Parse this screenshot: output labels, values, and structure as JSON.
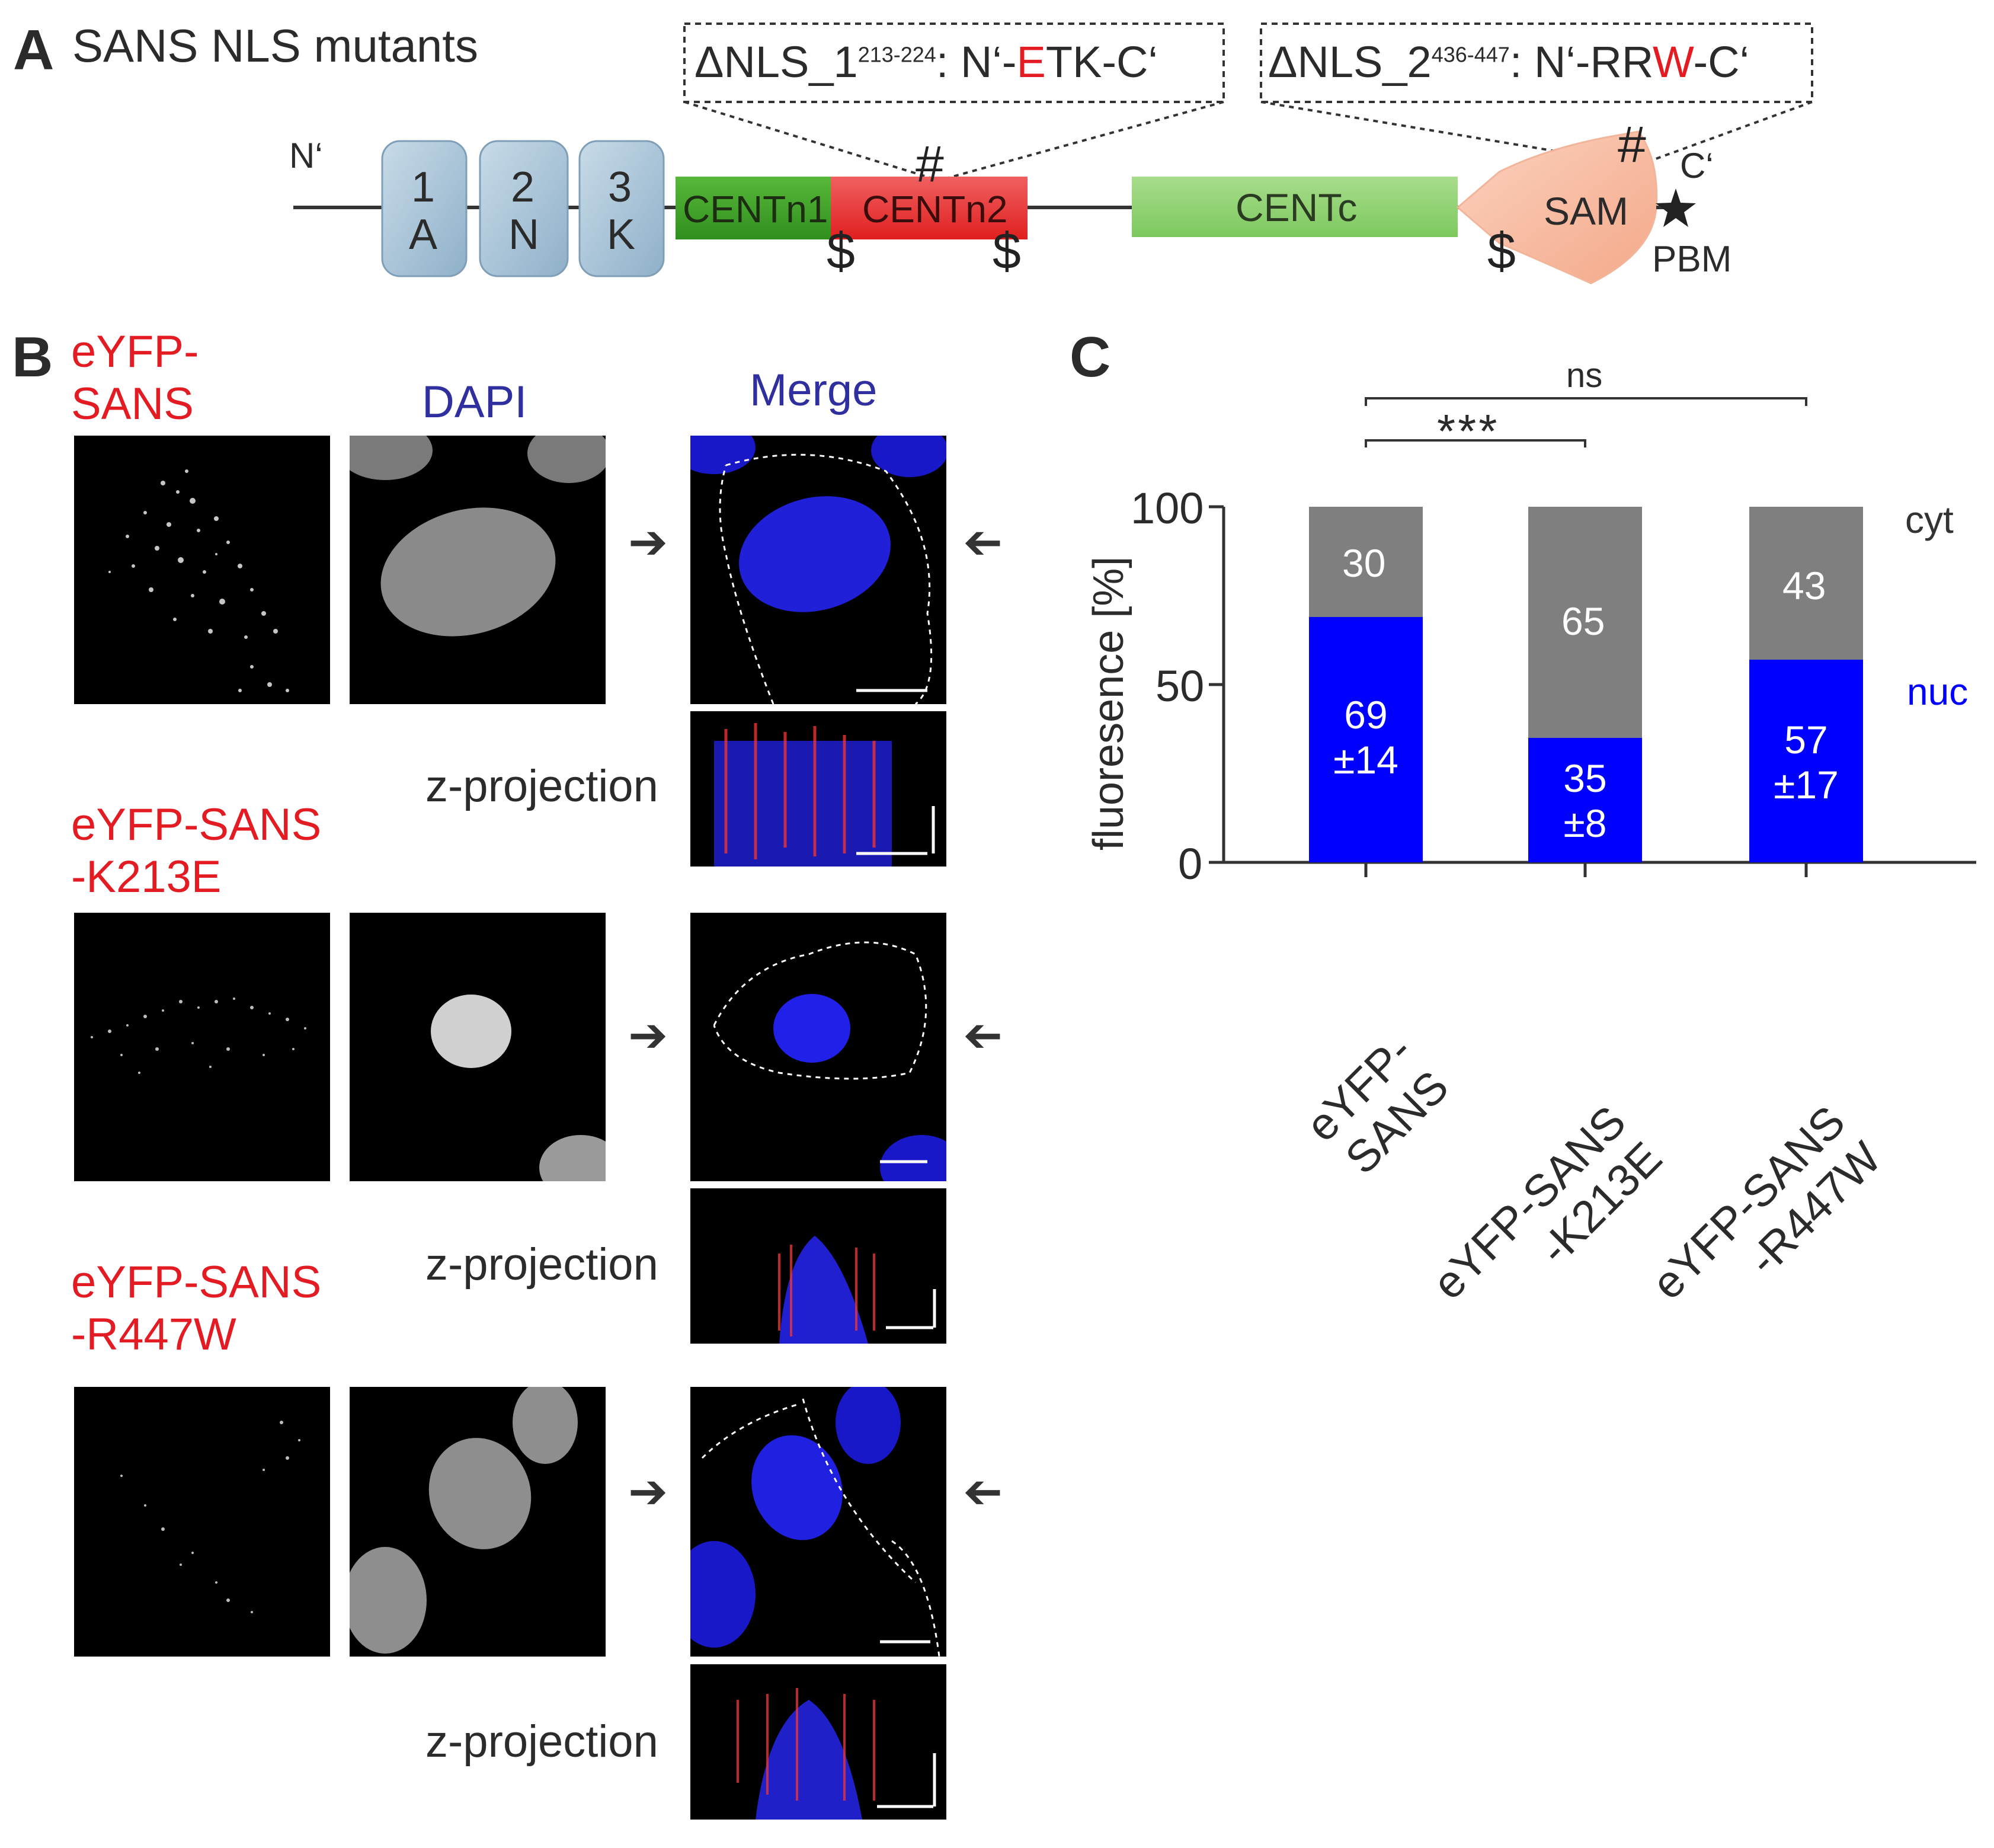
{
  "panelA": {
    "letter": "A",
    "title": "SANS NLS mutants",
    "nls1": {
      "prefix": "ΔNLS_1",
      "sup": "213-224",
      "seq_a": ": N‘-",
      "mut": "E",
      "seq_b": "TK-C‘"
    },
    "nls2": {
      "prefix": "ΔNLS_2",
      "sup": "436-447",
      "seq_a": ": N‘-RR",
      "mut": "W",
      "seq_b": "-C‘"
    },
    "n_term": "N‘",
    "c_term": "C‘",
    "ank": [
      {
        "num": "1",
        "letter": "A"
      },
      {
        "num": "2",
        "letter": "N"
      },
      {
        "num": "3",
        "letter": "K"
      }
    ],
    "domains": {
      "centn1": "CENTn1",
      "centn2": "CENTn2",
      "centc": "CENTc",
      "sam": "SAM",
      "pbm": "PBM"
    },
    "hash": "#",
    "dollar": "$"
  },
  "panelB": {
    "letter": "B",
    "col_heads": {
      "eyfp_line1": "eYFP-",
      "eyfp_line2": "SANS",
      "dapi": "DAPI",
      "merge": "Merge"
    },
    "row2_label": {
      "line1": "eYFP-SANS",
      "line2": "-K213E"
    },
    "row3_label": {
      "line1": "eYFP-SANS",
      "line2": "-R447W"
    },
    "zproj": "z-projection"
  },
  "panelC": {
    "letter": "C",
    "chart_data": {
      "type": "bar",
      "stacked": true,
      "categories": [
        "eYFP-SANS",
        "eYFP-SANS-K213E",
        "eYFP-SANS-R447W"
      ],
      "category_lines": [
        [
          "eYFP-",
          "SANS"
        ],
        [
          "eYFP-SANS",
          "-K213E"
        ],
        [
          "eYFP-SANS",
          "-R447W"
        ]
      ],
      "series": [
        {
          "name": "nuc",
          "values": [
            69,
            35,
            57
          ],
          "sd": [
            14,
            8,
            17
          ],
          "color": "#0000ff"
        },
        {
          "name": "cyt",
          "values": [
            30,
            65,
            43
          ],
          "color": "#7f7f7f"
        }
      ],
      "ylabel": "fluoresence [%]",
      "ylim": [
        0,
        100
      ],
      "yticks": [
        0,
        50,
        100
      ],
      "nuc_labels": [
        [
          "69",
          "±14"
        ],
        [
          "35",
          "±8"
        ],
        [
          "57",
          "±17"
        ]
      ],
      "cyt_labels": [
        "30",
        "65",
        "43"
      ],
      "significance": [
        {
          "from": "eYFP-SANS",
          "to": "eYFP-SANS-K213E",
          "label": "***"
        },
        {
          "from": "eYFP-SANS",
          "to": "eYFP-SANS-R447W",
          "label": "ns"
        }
      ],
      "legend": {
        "cyt": "cyt",
        "nuc": "nuc"
      }
    }
  }
}
